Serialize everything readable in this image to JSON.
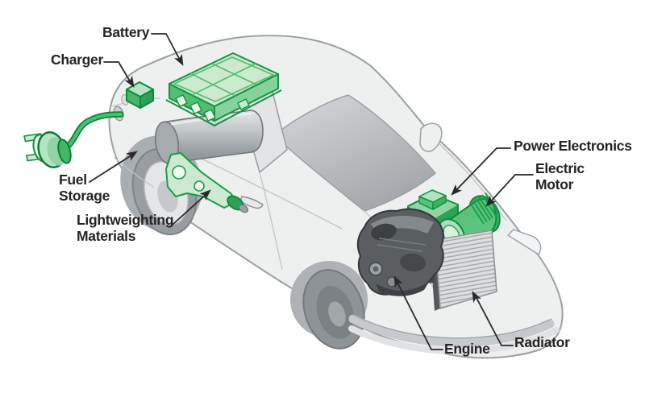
{
  "diagram": {
    "subject": "plug-in hybrid electric vehicle component cutaway",
    "labels": {
      "battery": "Battery",
      "charger": "Charger",
      "fuel_storage": "Fuel\nStorage",
      "lightweighting_materials": "Lightweighting\nMaterials",
      "power_electronics": "Power Electronics",
      "electric_motor": "Electric\nMotor",
      "engine": "Engine",
      "radiator": "Radiator"
    },
    "colors": {
      "component_green": "#3db263",
      "component_green_light": "#cdeacf",
      "component_green_outline": "#12913e",
      "car_body_gray": "#eef0f0",
      "car_line_gray": "#9aa0a4",
      "label_text": "#272325",
      "leader_line": "#2b282a"
    }
  }
}
